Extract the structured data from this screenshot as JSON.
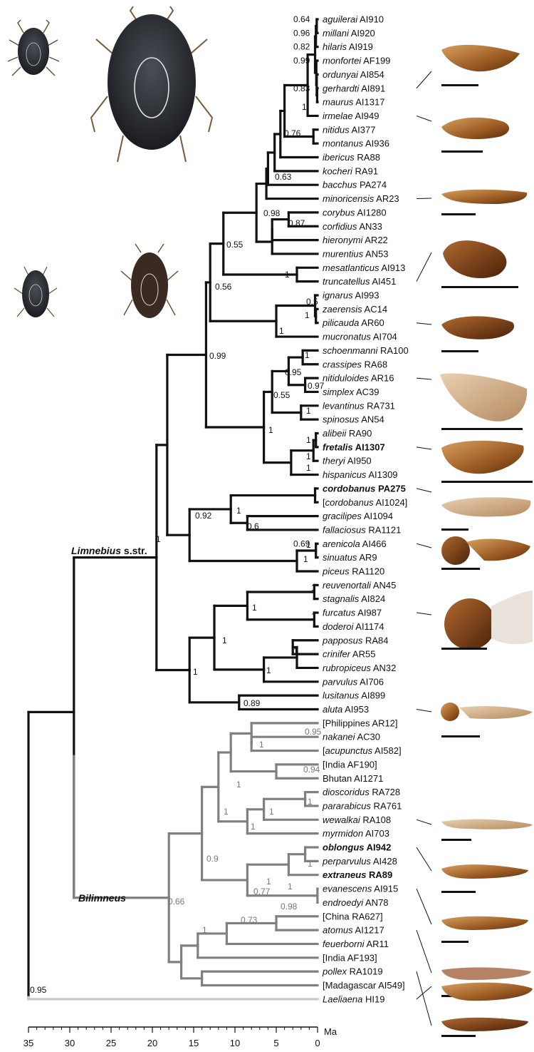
{
  "colors": {
    "limnebius": "#111111",
    "bilimneus": "#808080",
    "outgroup": "#c8c8c8"
  },
  "clade_labels": {
    "limnebius": "Limnebius",
    "limnebius_suffix": " s.str.",
    "bilimneus": "Bilimneus"
  },
  "axis": {
    "unit": "Ma",
    "ticks": [
      "35",
      "30",
      "25",
      "20",
      "15",
      "10",
      "5",
      "0"
    ]
  },
  "taxa": [
    {
      "species": "aguilerai",
      "code": "AI910",
      "support": "0.64"
    },
    {
      "species": "millani",
      "code": "AI920",
      "support": "0.96"
    },
    {
      "species": "hilaris",
      "code": "AI919",
      "support": "0.82"
    },
    {
      "species": "monfortei",
      "code": "AF199",
      "support": "0.99"
    },
    {
      "species": "ordunyai",
      "code": "AI854"
    },
    {
      "species": "gerhardti",
      "code": "AI891",
      "support": "0.83"
    },
    {
      "species": "maurus",
      "code": "AI1317"
    },
    {
      "species": "irmelae",
      "code": "AI949"
    },
    {
      "species": "nitidus",
      "code": "AI377"
    },
    {
      "species": "montanus",
      "code": "AI936"
    },
    {
      "species": "ibericus",
      "code": "RA88"
    },
    {
      "species": "kocheri",
      "code": "RA91"
    },
    {
      "species": "bacchus",
      "code": "PA274"
    },
    {
      "species": "minoricensis",
      "code": "AR23"
    },
    {
      "species": "corybus",
      "code": "AI1280"
    },
    {
      "species": "corfidius",
      "code": "AN33"
    },
    {
      "species": "hieronymi",
      "code": "AR22"
    },
    {
      "species": "murentius",
      "code": "AN53"
    },
    {
      "species": "mesatlanticus",
      "code": "AI913"
    },
    {
      "species": "truncatellus",
      "code": "AI451"
    },
    {
      "species": "ignarus",
      "code": "AI993"
    },
    {
      "species": "zaerensis",
      "code": "AC14"
    },
    {
      "species": "pilicauda",
      "code": "AR60"
    },
    {
      "species": "mucronatus",
      "code": "AI704"
    },
    {
      "species": "schoenmanni",
      "code": "RA100"
    },
    {
      "species": "crassipes",
      "code": "RA68"
    },
    {
      "species": "nitiduloides",
      "code": "AR16"
    },
    {
      "species": "simplex",
      "code": "AC39"
    },
    {
      "species": "levantinus",
      "code": "RA731"
    },
    {
      "species": "spinosus",
      "code": "AN54"
    },
    {
      "species": "alibeii",
      "code": "RA90"
    },
    {
      "species": "fretalis",
      "code": "AI1307",
      "bold": true
    },
    {
      "species": "theryi",
      "code": "AI950"
    },
    {
      "species": "hispanicus",
      "code": "AI1309"
    },
    {
      "species": "cordobanus",
      "code": "PA275",
      "bold": true
    },
    {
      "species": "cordobanus",
      "code": "AI1024",
      "bracket": true
    },
    {
      "species": "gracilipes",
      "code": "AI1094"
    },
    {
      "species": "fallaciosus",
      "code": "RA1121"
    },
    {
      "species": "arenicola",
      "code": "AI466",
      "support": "0.69"
    },
    {
      "species": "sinuatus",
      "code": "AR9"
    },
    {
      "species": "piceus",
      "code": "RA1120"
    },
    {
      "species": "reuvenortali",
      "code": "AN45"
    },
    {
      "species": "stagnalis",
      "code": "AI824"
    },
    {
      "species": "furcatus",
      "code": "AI987"
    },
    {
      "species": "doderoi",
      "code": "AI1174"
    },
    {
      "species": "papposus",
      "code": "RA84"
    },
    {
      "species": "crinifer",
      "code": "AR55"
    },
    {
      "species": "rubropiceus",
      "code": "AN32"
    },
    {
      "species": "parvulus",
      "code": "AI706"
    },
    {
      "species": "lusitanus",
      "code": "AI899"
    },
    {
      "species": "aluta",
      "code": "AI953"
    },
    {
      "species": "Philippines",
      "code": "AR12",
      "bracket": true,
      "plain": true
    },
    {
      "species": "nakanei",
      "code": "AC30"
    },
    {
      "species": "acupunctus",
      "code": "AI582",
      "bracket": true
    },
    {
      "species": "India",
      "code": "AF190",
      "bracket": true,
      "plain": true
    },
    {
      "species": "Bhutan",
      "code": "AI1271",
      "plain": true
    },
    {
      "species": "dioscoridus",
      "code": "RA728"
    },
    {
      "species": "pararabicus",
      "code": "RA761"
    },
    {
      "species": "wewalkai",
      "code": "RA108"
    },
    {
      "species": "myrmidon",
      "code": "AI703"
    },
    {
      "species": "oblongus",
      "code": "AI942",
      "bold": true
    },
    {
      "species": "perparvulus",
      "code": "AI428"
    },
    {
      "species": "extraneus",
      "code": "RA89",
      "bold": true
    },
    {
      "species": "evanescens",
      "code": "AI915"
    },
    {
      "species": "endroedyi",
      "code": "AN78"
    },
    {
      "species": "China",
      "code": "RA627",
      "bracket": true,
      "plain": true
    },
    {
      "species": "atomus",
      "code": "AI1217"
    },
    {
      "species": "feuerborni",
      "code": "AR11"
    },
    {
      "species": "India",
      "code": "AF193",
      "bracket": true,
      "plain": true
    },
    {
      "species": "pollex",
      "code": "RA1019"
    },
    {
      "species": "Madagascar",
      "code": "AI549",
      "bracket": true,
      "plain": true
    },
    {
      "species": "Laeliaena",
      "code": "HI19"
    }
  ],
  "node_support": [
    {
      "value": "1"
    },
    {
      "value": "0.76"
    },
    {
      "value": "0.63"
    },
    {
      "value": "0.98"
    },
    {
      "value": "0.87"
    },
    {
      "value": "0.55"
    },
    {
      "value": "1"
    },
    {
      "value": "0.56"
    },
    {
      "value": "0.5"
    },
    {
      "value": "1"
    },
    {
      "value": "1"
    },
    {
      "value": "0.99"
    },
    {
      "value": "1"
    },
    {
      "value": "0.95"
    },
    {
      "value": "0.97"
    },
    {
      "value": "0.55"
    },
    {
      "value": "1"
    },
    {
      "value": "1"
    },
    {
      "value": "1"
    },
    {
      "value": "1"
    },
    {
      "value": "1"
    },
    {
      "value": "1"
    },
    {
      "value": "0.6"
    },
    {
      "value": "0.92"
    },
    {
      "value": "1"
    },
    {
      "value": "1"
    },
    {
      "value": "1"
    },
    {
      "value": "1"
    },
    {
      "value": "1"
    },
    {
      "value": "1"
    },
    {
      "value": "1"
    },
    {
      "value": "1"
    },
    {
      "value": "1"
    },
    {
      "value": "1"
    },
    {
      "value": "0.89"
    },
    {
      "value": "0.95"
    },
    {
      "value": "0.95"
    },
    {
      "value": "1"
    },
    {
      "value": "1"
    },
    {
      "value": "0.94"
    },
    {
      "value": "1"
    },
    {
      "value": "1"
    },
    {
      "value": "1"
    },
    {
      "value": "1"
    },
    {
      "value": "0.9"
    },
    {
      "value": "1"
    },
    {
      "value": "1"
    },
    {
      "value": "1"
    },
    {
      "value": "0.77"
    },
    {
      "value": "0.66"
    },
    {
      "value": "0.98"
    },
    {
      "value": "0.73"
    },
    {
      "value": "1"
    }
  ]
}
